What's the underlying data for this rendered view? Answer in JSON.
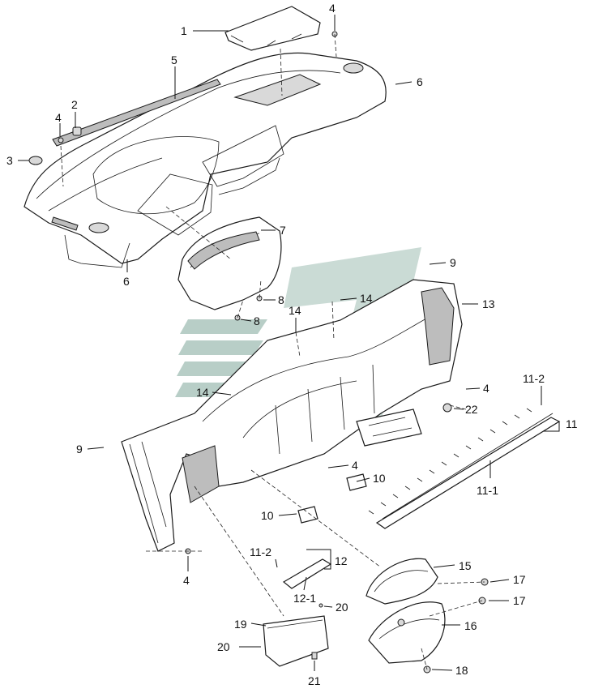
{
  "callouts": {
    "c1": "1",
    "c2": "2",
    "c3": "3",
    "c4a": "4",
    "c4b": "4",
    "c4c": "4",
    "c4d": "4",
    "c4e": "4",
    "c5": "5",
    "c6a": "6",
    "c6b": "6",
    "c7": "7",
    "c8a": "8",
    "c8b": "8",
    "c9a": "9",
    "c9b": "9",
    "c10a": "10",
    "c10b": "10",
    "c11": "11",
    "c11_1": "11-1",
    "c11_2a": "11-2",
    "c11_2b": "11-2",
    "c12": "12",
    "c12_1": "12-1",
    "c13": "13",
    "c14a": "14",
    "c14b": "14",
    "c14c": "14",
    "c15": "15",
    "c16": "16",
    "c17a": "17",
    "c17b": "17",
    "c18": "18",
    "c19": "19",
    "c20a": "20",
    "c20b": "20",
    "c21": "21",
    "c22": "22"
  },
  "colors": {
    "line": "#1a1a1a",
    "watermark": "#7fa79a",
    "fill_dark": "#bdbdbd"
  }
}
